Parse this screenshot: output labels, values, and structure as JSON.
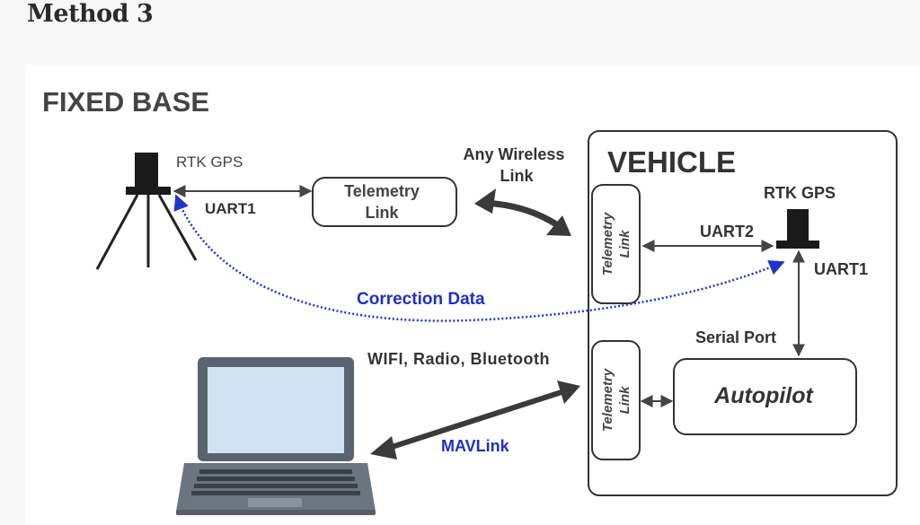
{
  "page": {
    "heading": "Method 3"
  },
  "diagram": {
    "fixed_base_title": "FIXED BASE",
    "base_gps_label": "RTK GPS",
    "base_uart_label": "UART1",
    "base_telemetry_label": [
      "Telemetry",
      "Link"
    ],
    "wireless_link_label": [
      "Any Wireless",
      "Link"
    ],
    "vehicle_title": "VEHICLE",
    "vehicle_gps_label": "RTK GPS",
    "vehicle_telemetry_label": [
      "Telemetry",
      "Link"
    ],
    "uart2_label": "UART2",
    "vehicle_uart1_label": "UART1",
    "correction_label": "Correction Data",
    "serial_port_label": "Serial Port",
    "gcs_link_label": "WIFI, Radio, Bluetooth",
    "gcs_telemetry_label": [
      "Telemetry",
      "Link"
    ],
    "autopilot_label": "Autopilot",
    "mavlink_label": "MAVLink",
    "colors": {
      "text": "#333333",
      "accent_blue": "#1f2fbf",
      "laptop_frame": "#5a6470",
      "laptop_screen": "#cfe3f3"
    }
  }
}
